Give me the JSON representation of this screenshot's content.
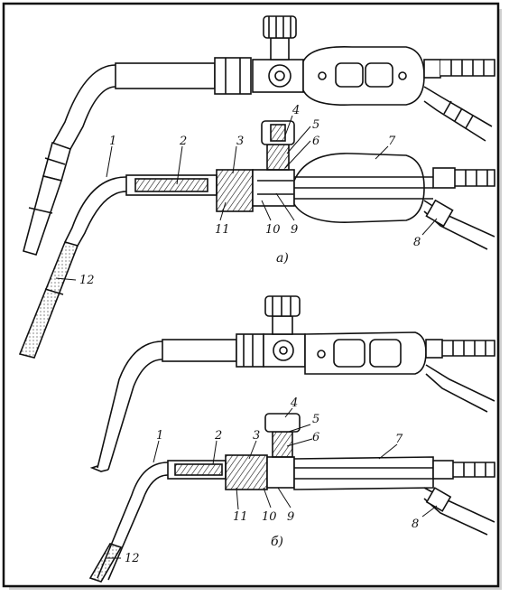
{
  "figure": {
    "top": {
      "caption": "а)",
      "labels": [
        "1",
        "2",
        "3",
        "4",
        "5",
        "6",
        "7",
        "8",
        "9",
        "10",
        "11",
        "12"
      ]
    },
    "bottom": {
      "caption": "б)",
      "labels": [
        "1",
        "2",
        "3",
        "4",
        "5",
        "6",
        "7",
        "8",
        "9",
        "10",
        "11",
        "12"
      ]
    }
  },
  "colors": {
    "ink": "#111111",
    "paper": "#ffffff"
  }
}
